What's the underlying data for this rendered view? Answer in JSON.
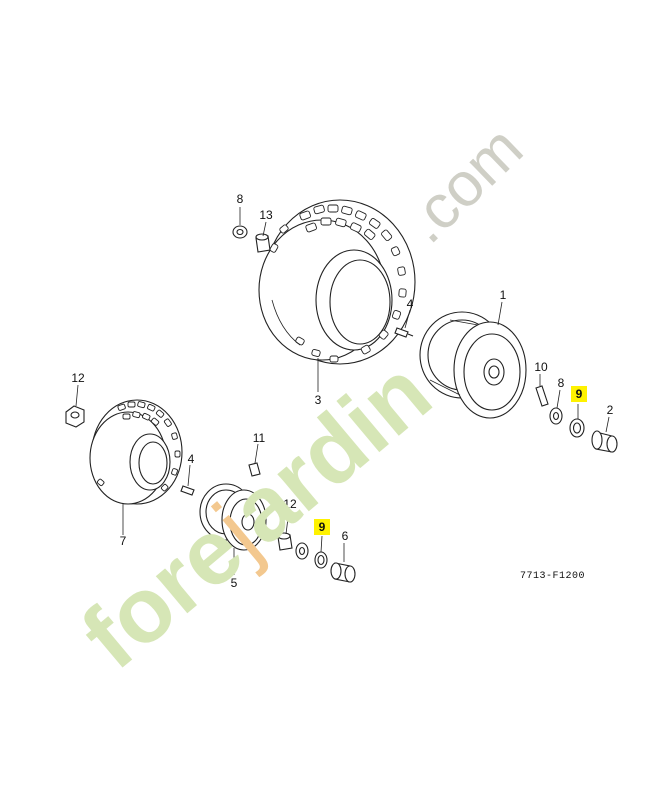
{
  "diagram": {
    "reference_code": "7713-F1200",
    "callouts": [
      {
        "id": "c8a",
        "label": "8",
        "highlight": false
      },
      {
        "id": "c13",
        "label": "13",
        "highlight": false
      },
      {
        "id": "c1",
        "label": "1",
        "highlight": false
      },
      {
        "id": "c4a",
        "label": "4",
        "highlight": false
      },
      {
        "id": "c3",
        "label": "3",
        "highlight": false
      },
      {
        "id": "c10",
        "label": "10",
        "highlight": false
      },
      {
        "id": "c8b",
        "label": "8",
        "highlight": false
      },
      {
        "id": "c9a",
        "label": "9",
        "highlight": true
      },
      {
        "id": "c2",
        "label": "2",
        "highlight": false
      },
      {
        "id": "c12a",
        "label": "12",
        "highlight": false
      },
      {
        "id": "c11",
        "label": "11",
        "highlight": false
      },
      {
        "id": "c4b",
        "label": "4",
        "highlight": false
      },
      {
        "id": "c7",
        "label": "7",
        "highlight": false
      },
      {
        "id": "c12b",
        "label": "12",
        "highlight": false
      },
      {
        "id": "c9b",
        "label": "9",
        "highlight": true
      },
      {
        "id": "c6",
        "label": "6",
        "highlight": false
      },
      {
        "id": "c5",
        "label": "5",
        "highlight": false
      }
    ],
    "highlight_color": "#fff200"
  },
  "watermark": {
    "prefix": "fore",
    "accent": "j",
    "suffix": "ardin",
    "domain": ".com",
    "colors": {
      "main": "#d6e6b6",
      "accent": "#f3c88f",
      "domain": "#cfcfc6"
    }
  }
}
